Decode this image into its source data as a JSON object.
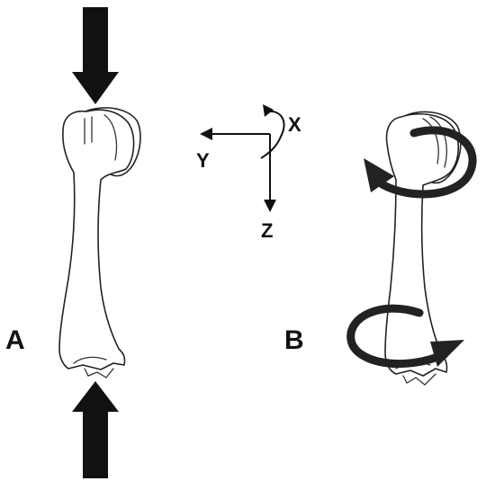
{
  "panels": {
    "a": {
      "label": "A"
    },
    "b": {
      "label": "B"
    }
  },
  "axes": {
    "x": "X",
    "y": "Y",
    "z": "Z"
  },
  "colors": {
    "ink": "#111111",
    "background": "#ffffff"
  },
  "icons": {
    "compression_top": "down-arrow-icon",
    "compression_bottom": "up-arrow-icon",
    "torsion_top": "rotation-arrow-icon",
    "torsion_bottom": "rotation-arrow-icon"
  }
}
